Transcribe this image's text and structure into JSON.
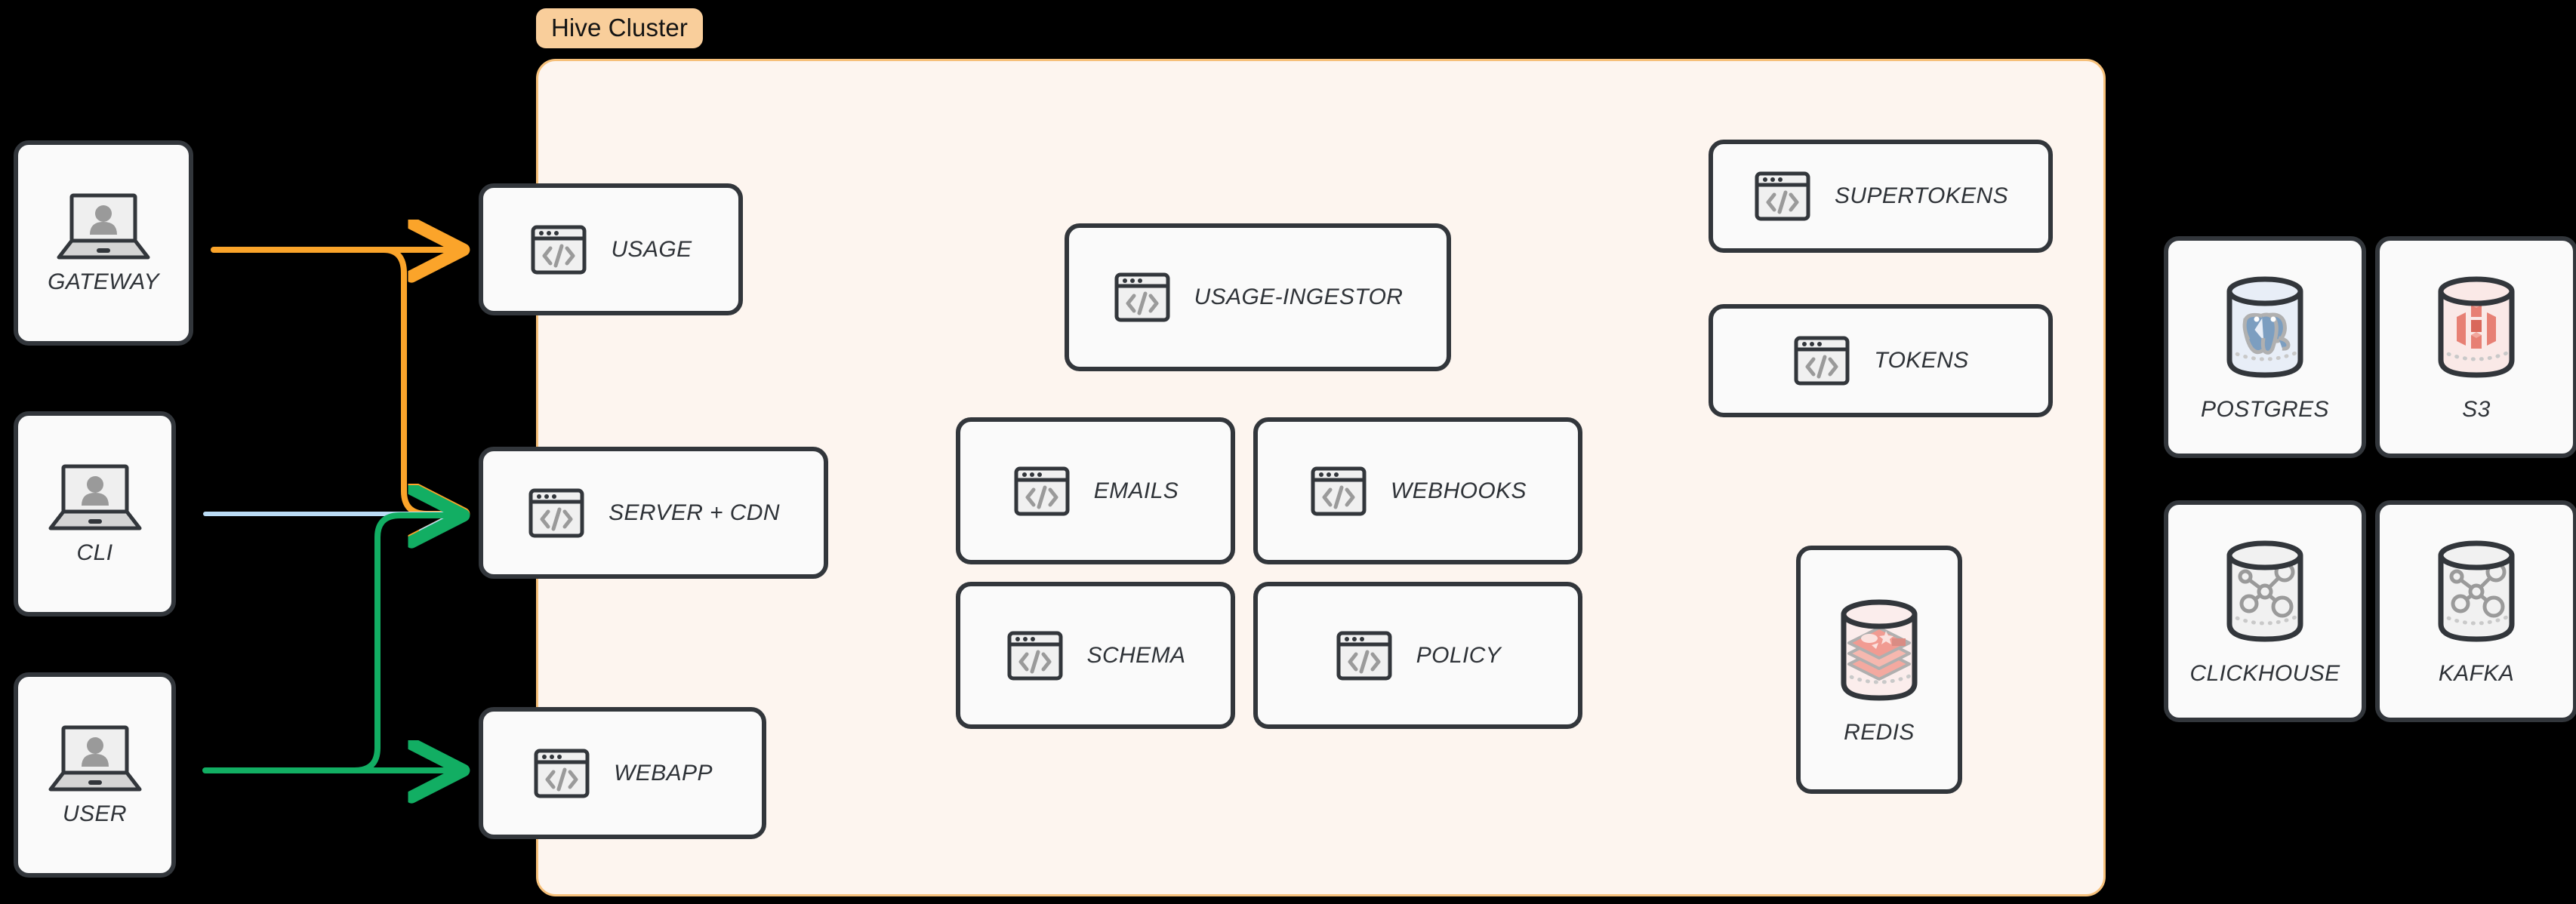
{
  "background_color": "#000000",
  "cluster": {
    "badge_label": "Hive Cluster",
    "badge_bg": "#F9CE9B",
    "panel_bg": "#FDF5EF",
    "panel_border": "#F6C07A"
  },
  "clients": [
    {
      "label": "GATEWAY",
      "icon": "laptop-user-icon"
    },
    {
      "label": "CLI",
      "icon": "laptop-user-icon"
    },
    {
      "label": "USER",
      "icon": "laptop-user-icon"
    }
  ],
  "edge_services": [
    {
      "label": "USAGE",
      "icon": "code-window-icon"
    },
    {
      "label": "SERVER + CDN",
      "icon": "code-window-icon"
    },
    {
      "label": "WEBAPP",
      "icon": "code-window-icon"
    }
  ],
  "core_services": [
    {
      "label": "USAGE-INGESTOR",
      "icon": "code-window-icon"
    },
    {
      "label": "EMAILS",
      "icon": "code-window-icon"
    },
    {
      "label": "WEBHOOKS",
      "icon": "code-window-icon"
    },
    {
      "label": "SCHEMA",
      "icon": "code-window-icon"
    },
    {
      "label": "POLICY",
      "icon": "code-window-icon"
    }
  ],
  "auth_services": [
    {
      "label": "SUPERTOKENS",
      "icon": "code-window-icon"
    },
    {
      "label": "TOKENS",
      "icon": "code-window-icon"
    }
  ],
  "internal_datastores": [
    {
      "label": "REDIS",
      "icon": "redis-cylinder-icon",
      "accent": "#EE9C92"
    }
  ],
  "external_datastores": [
    {
      "label": "POSTGRES",
      "icon": "postgres-cylinder-icon",
      "accent": "#7C9EC0"
    },
    {
      "label": "S3",
      "icon": "s3-cylinder-icon",
      "accent": "#E78074"
    },
    {
      "label": "CLICKHOUSE",
      "icon": "network-cylinder-icon",
      "accent": "#9A9A9A"
    },
    {
      "label": "KAFKA",
      "icon": "network-cylinder-icon",
      "accent": "#9A9A9A"
    }
  ],
  "connections": [
    {
      "from": "GATEWAY",
      "to": "USAGE",
      "color": "#FBA42A"
    },
    {
      "from": "GATEWAY",
      "to": "SERVER + CDN",
      "color": "#FBA42A"
    },
    {
      "from": "CLI",
      "to": "SERVER + CDN",
      "color": "#BBDCF5"
    },
    {
      "from": "USER",
      "to": "SERVER + CDN",
      "color": "#12AE63"
    },
    {
      "from": "USER",
      "to": "WEBAPP",
      "color": "#12AE63"
    }
  ]
}
